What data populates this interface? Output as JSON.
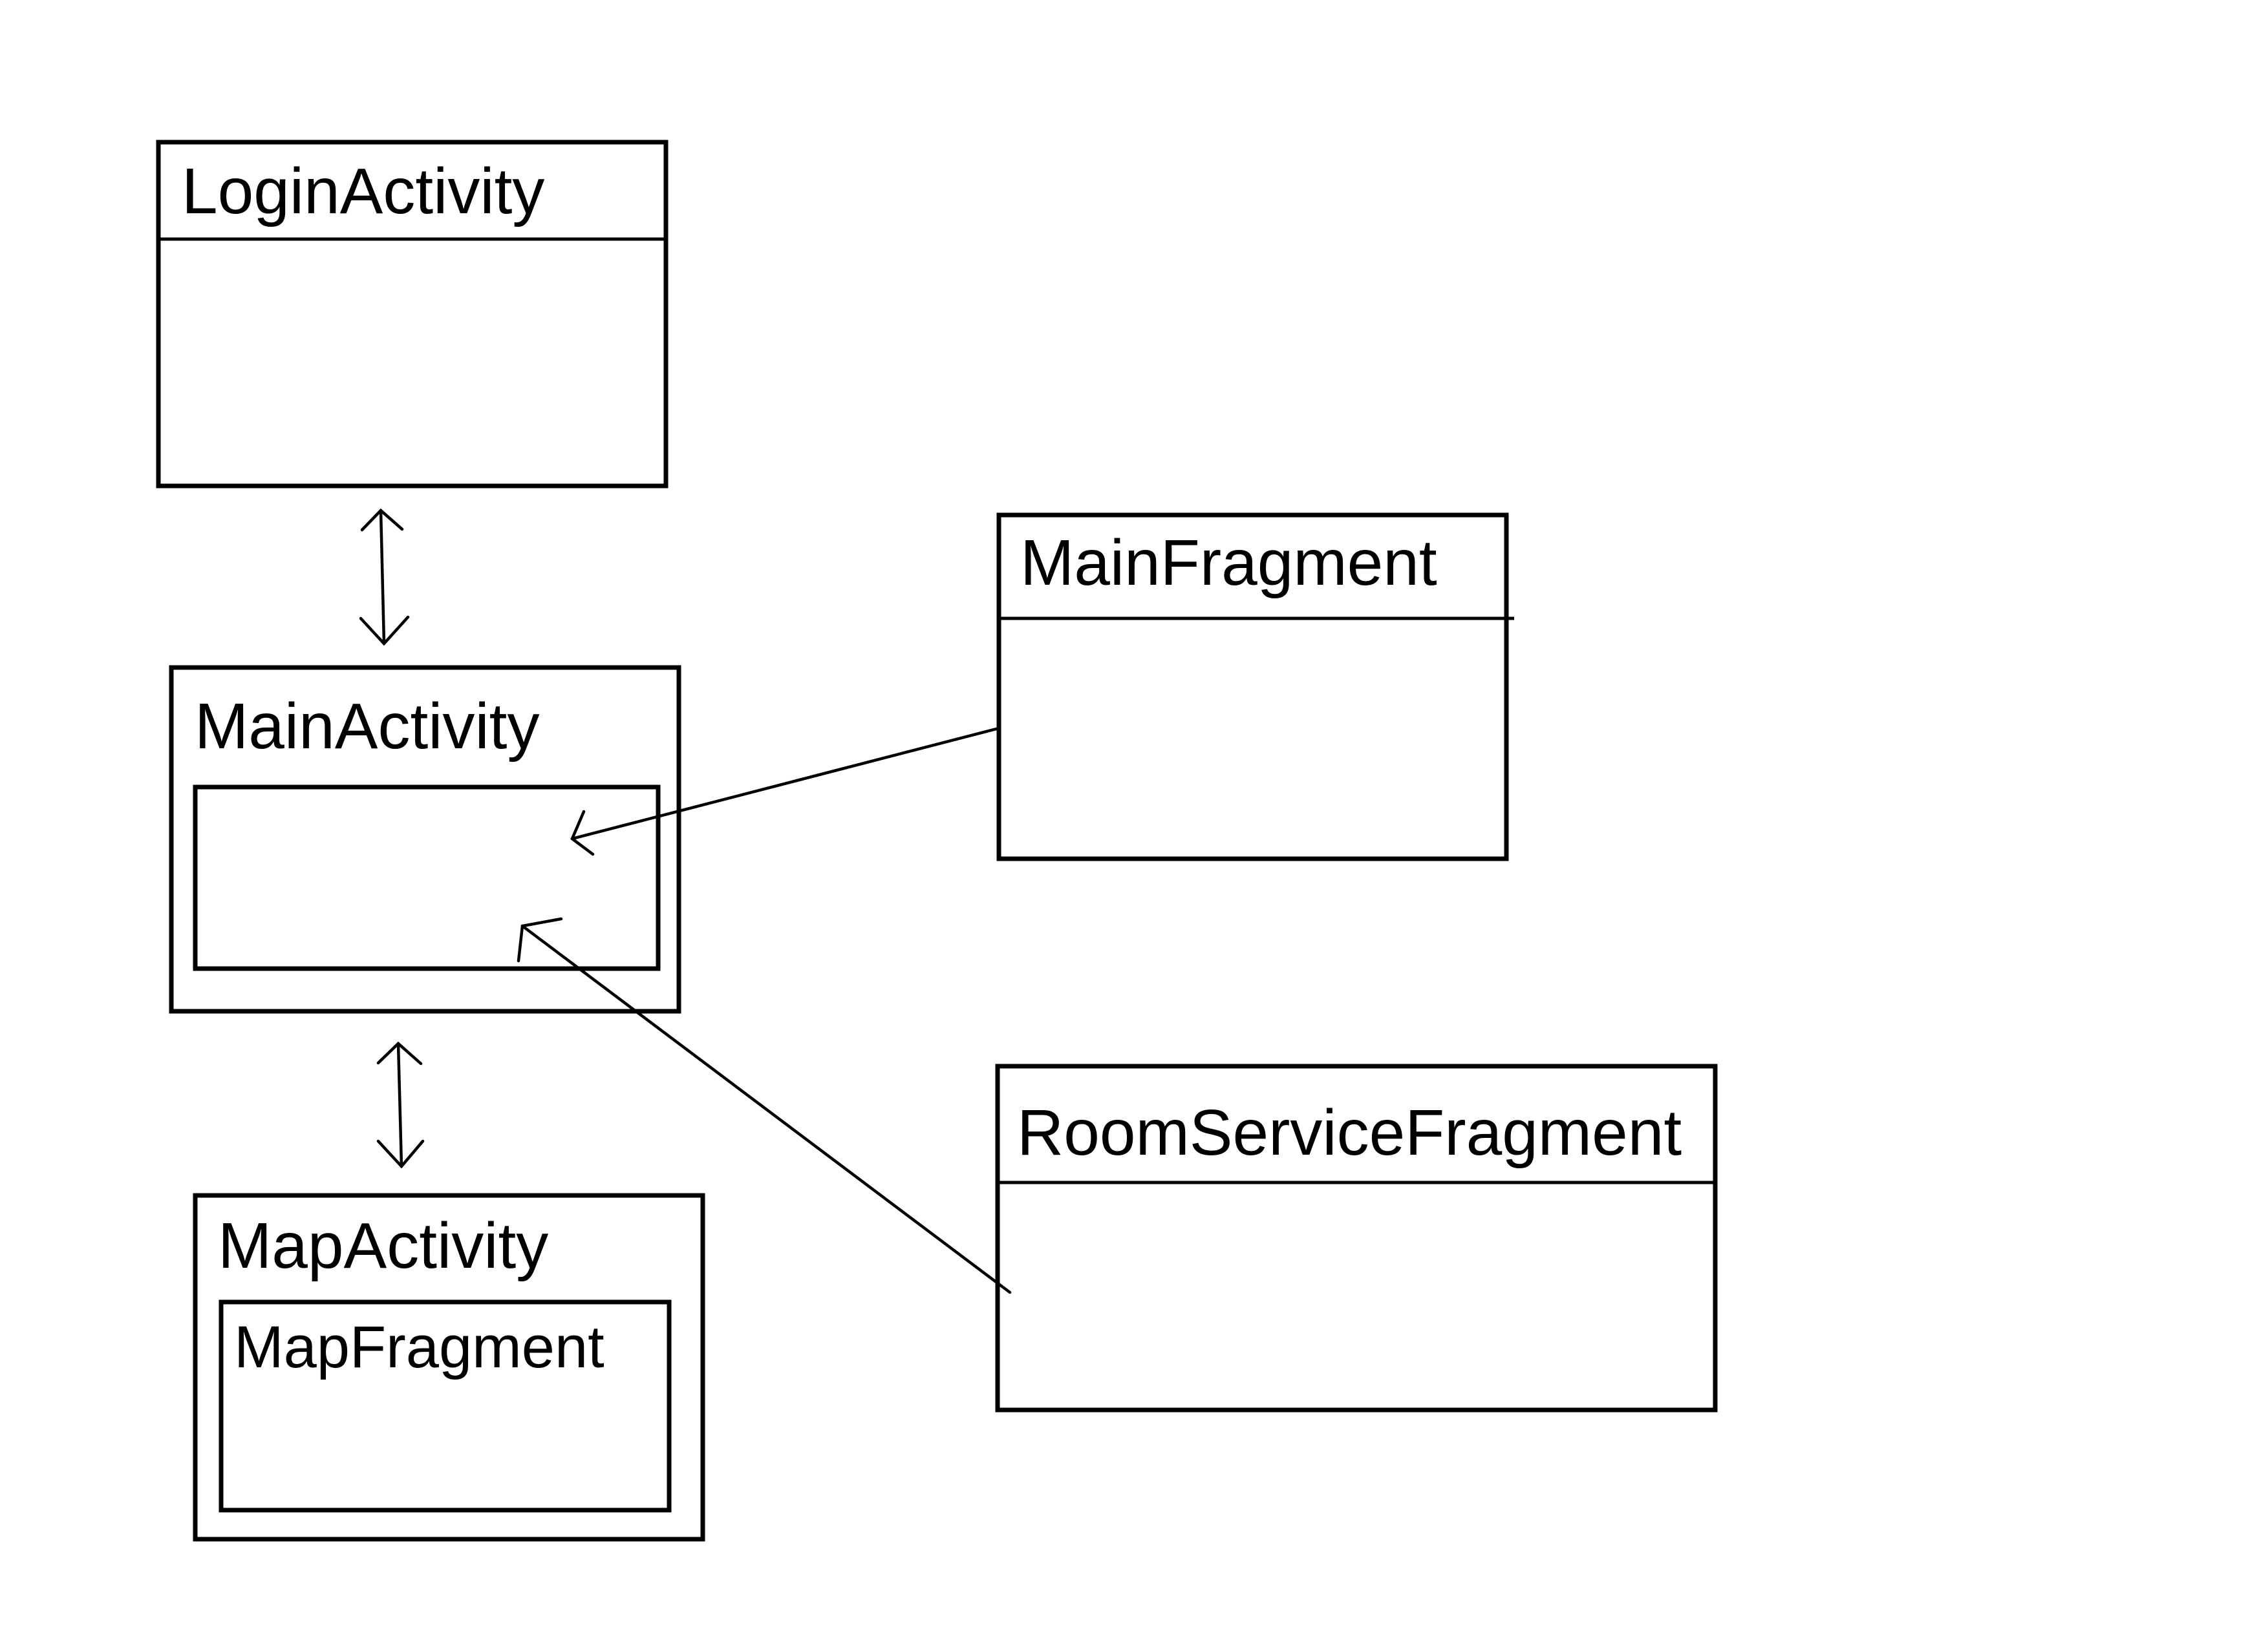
{
  "diagram": {
    "nodes": {
      "login_activity": {
        "label": "LoginActivity"
      },
      "main_activity": {
        "label": "MainActivity"
      },
      "map_activity": {
        "label": "MapActivity"
      },
      "map_fragment": {
        "label": "MapFragment"
      },
      "main_fragment": {
        "label": "MainFragment"
      },
      "room_service_fragment": {
        "label": "RoomServiceFragment"
      }
    },
    "edges": [
      {
        "from": "login_activity",
        "to": "main_activity",
        "kind": "bidirectional"
      },
      {
        "from": "main_activity",
        "to": "map_activity",
        "kind": "bidirectional"
      },
      {
        "from": "main_fragment",
        "to": "main_activity",
        "kind": "directed"
      },
      {
        "from": "room_service_fragment",
        "to": "main_activity",
        "kind": "directed"
      }
    ],
    "colors": {
      "stroke": "#000000",
      "background": "#ffffff"
    }
  }
}
